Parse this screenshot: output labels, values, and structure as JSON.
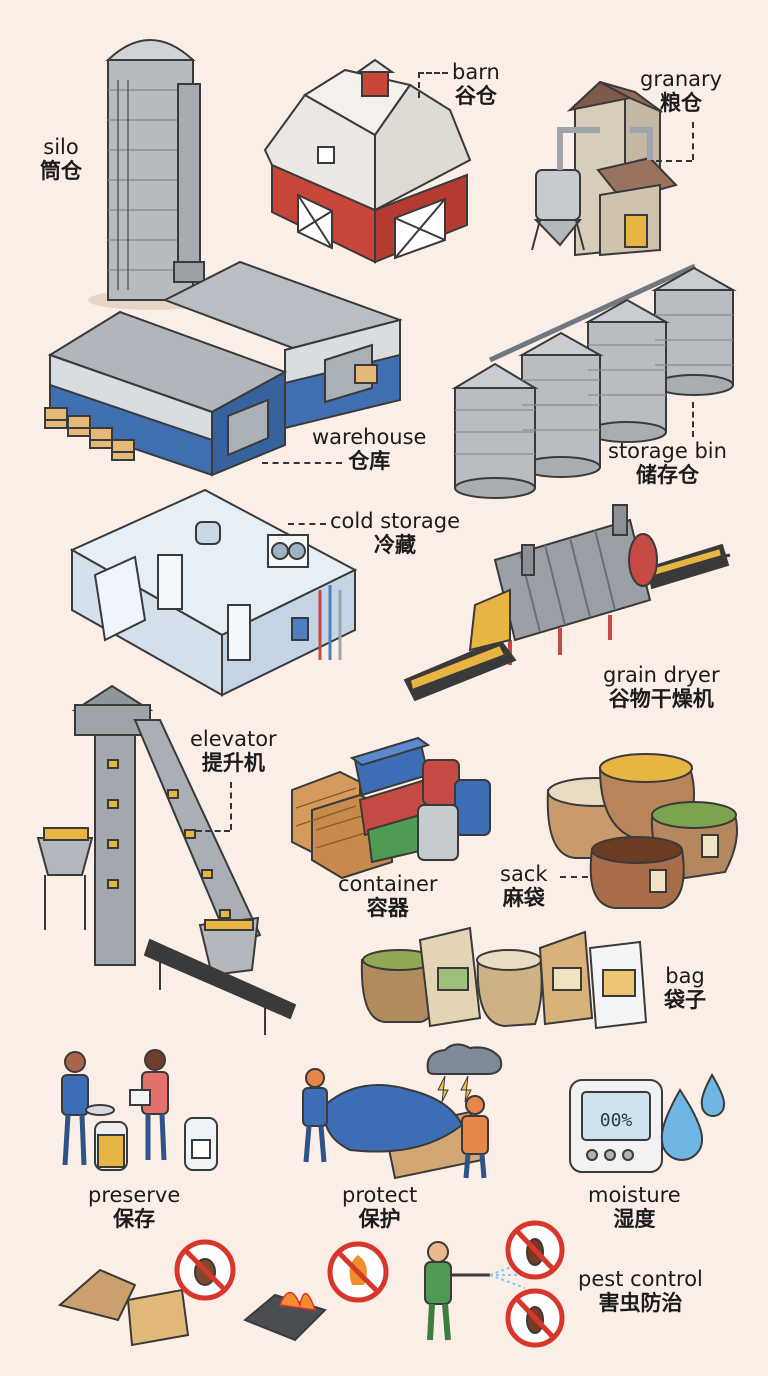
{
  "labels": {
    "silo": {
      "en": "silo",
      "zh": "筒仓"
    },
    "barn": {
      "en": "barn",
      "zh": "谷仓"
    },
    "granary": {
      "en": "granary",
      "zh": "粮仓"
    },
    "warehouse": {
      "en": "warehouse",
      "zh": "仓库"
    },
    "storage_bin": {
      "en": "storage bin",
      "zh": "储存仓"
    },
    "cold_storage": {
      "en": "cold storage",
      "zh": "冷藏"
    },
    "grain_dryer": {
      "en": "grain dryer",
      "zh": "谷物干燥机"
    },
    "elevator": {
      "en": "elevator",
      "zh": "提升机"
    },
    "container": {
      "en": "container",
      "zh": "容器"
    },
    "sack": {
      "en": "sack",
      "zh": "麻袋"
    },
    "bag": {
      "en": "bag",
      "zh": "袋子"
    },
    "preserve": {
      "en": "preserve",
      "zh": "保存"
    },
    "protect": {
      "en": "protect",
      "zh": "保护"
    },
    "moisture": {
      "en": "moisture",
      "zh": "湿度"
    },
    "pest_control": {
      "en": "pest control",
      "zh": "害虫防治"
    }
  },
  "meter_display": "00%",
  "colors": {
    "background": "#faeee6",
    "barn_red": "#c8453a",
    "warehouse_blue": "#3f6fb0",
    "metal_gray": "#9ea4aa",
    "grain_gold": "#e8b542",
    "tarp_blue": "#3d6db5",
    "water_blue": "#6fb6e4",
    "prohibit_red": "#d8352b"
  }
}
